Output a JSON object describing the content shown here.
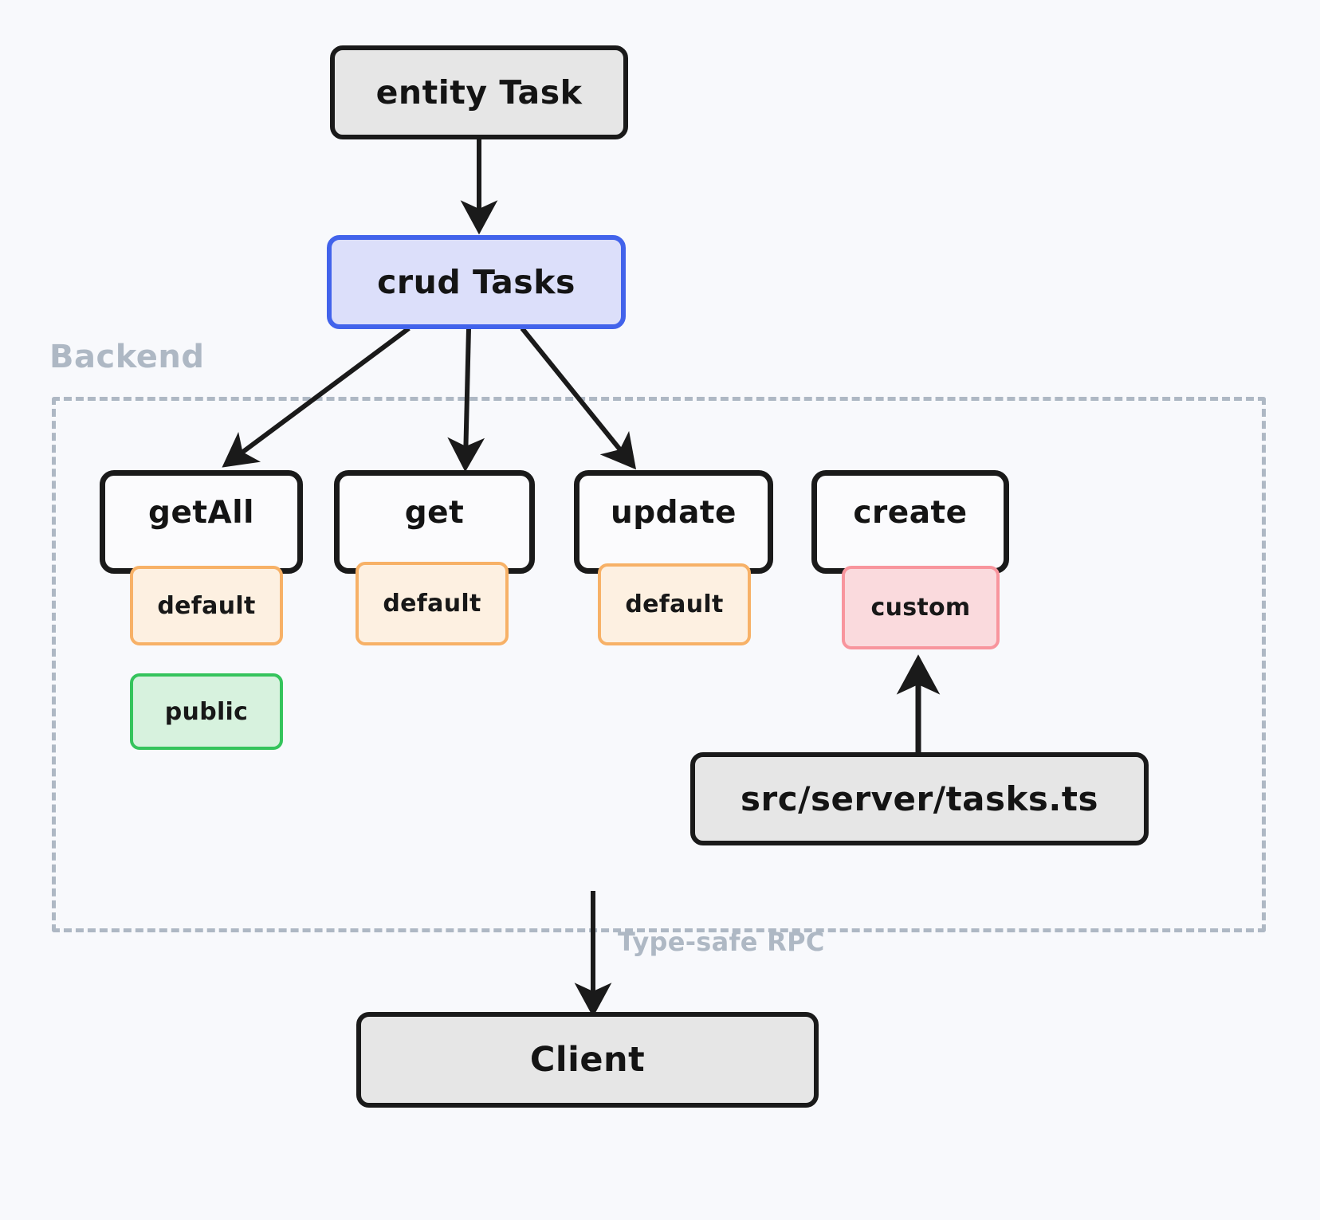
{
  "diagram": {
    "title_nodes": {
      "entity": "entity Task",
      "crud": "crud Tasks",
      "file": "src/server/tasks.ts",
      "client": "Client"
    },
    "group": {
      "label": "Backend"
    },
    "methods": [
      {
        "name": "getAll",
        "badges": [
          "default",
          "public"
        ]
      },
      {
        "name": "get",
        "badges": [
          "default"
        ]
      },
      {
        "name": "update",
        "badges": [
          "default"
        ]
      },
      {
        "name": "create",
        "badges": [
          "custom"
        ]
      }
    ],
    "badge_labels": {
      "m0b0": "default",
      "m0b1": "public",
      "m1b0": "default",
      "m2b0": "default",
      "m3b0": "custom"
    },
    "edge_labels": {
      "rpc": "Type-safe RPC"
    },
    "colors": {
      "background": "#f8f9fc",
      "slab_fill": "#e6e6e6",
      "slab_border": "#1a1a1a",
      "crud_fill": "#dcdffa",
      "crud_border": "#4263eb",
      "method_fill": "#fbfbfd",
      "method_border": "#1a1a1a",
      "badge_default_fill": "#fdf0e1",
      "badge_default_border": "#f7b167",
      "badge_public_fill": "#d7f2de",
      "badge_public_border": "#35c45c",
      "badge_custom_fill": "#fadadd",
      "badge_custom_border": "#f8959d",
      "group_border": "#aeb8c4",
      "group_label": "#aeb8c4",
      "arrow": "#1a1a1a"
    }
  }
}
